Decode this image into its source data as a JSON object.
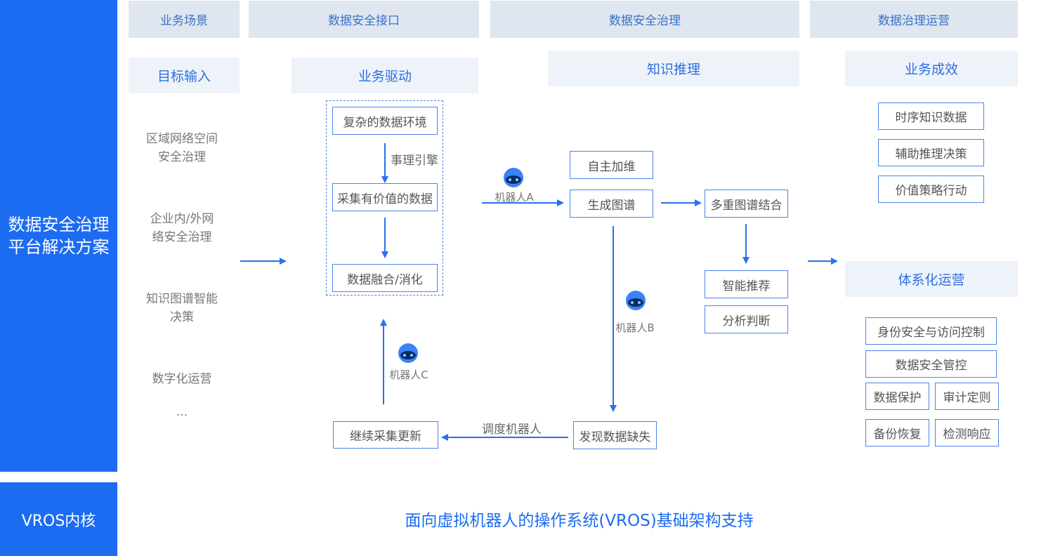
{
  "left": {
    "platform_title": "数据安全治理平台解决方案",
    "kernel": "VROS内核"
  },
  "headers": {
    "scene": "业务场景",
    "interface": "数据安全接口",
    "governance": "数据安全治理",
    "operation": "数据治理运营"
  },
  "subheaders": {
    "target_input": "目标输入",
    "business_drive": "业务驱动",
    "knowledge_reasoning": "知识推理",
    "business_effect": "业务成效",
    "systematic_operation": "体系化运营"
  },
  "scenes": [
    "区域网络空间安全治理",
    "企业内/外网络安全治理",
    "知识图谱智能决策",
    "数字化运营",
    "..."
  ],
  "drive": {
    "complex_env": "复杂的数据环境",
    "engine": "事理引擎",
    "collect": "采集有价值的数据",
    "fusion": "数据融合/消化",
    "continue": "继续采集更新",
    "robot_c": "机器人C"
  },
  "reasoning": {
    "robot_a": "机器人A",
    "auto_dim": "自主加维",
    "gen_graph": "生成图谱",
    "multi_graph": "多重图谱结合",
    "smart_rec": "智能推荐",
    "analysis": "分析判断",
    "robot_b": "机器人B",
    "find_missing": "发现数据缺失",
    "schedule_robot": "调度机器人"
  },
  "effects": [
    "时序知识数据",
    "辅助推理决策",
    "价值策略行动"
  ],
  "operations": {
    "identity": "身份安全与访问控制",
    "control": "数据安全管控",
    "protect": "数据保护",
    "audit": "审计定则",
    "backup": "备份恢复",
    "detect": "检测响应"
  },
  "footer": "面向虚拟机器人的操作系统(VROS)基础架构支持",
  "colors": {
    "accent": "#1c6cf2",
    "header_bg": "#dfe6ef",
    "sub_bg": "#eef3fa",
    "arrow": "#2a6ff0"
  }
}
